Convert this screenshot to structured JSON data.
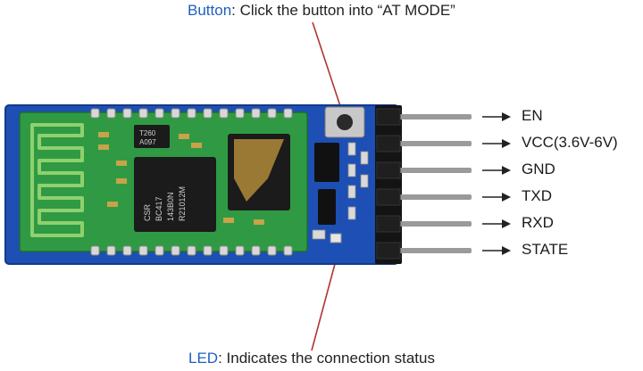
{
  "captions": {
    "button": {
      "keyword": "Button",
      "text": ": Click the button into “AT MODE”"
    },
    "led": {
      "keyword": "LED",
      "text": ": Indicates the connection status"
    }
  },
  "chip_markings": {
    "main_chip": [
      "CSR",
      "BC417",
      "143B0N",
      "R21012M"
    ],
    "flash_chip": "A097",
    "small_chip": "T260"
  },
  "pins": [
    {
      "label": "EN"
    },
    {
      "label": "VCC(3.6V-6V)"
    },
    {
      "label": "GND"
    },
    {
      "label": "TXD"
    },
    {
      "label": "RXD"
    },
    {
      "label": "STATE"
    }
  ],
  "colors": {
    "carrier_pcb": "#1d4fb4",
    "module_pcb": "#2f9a43",
    "chip": "#1b1b1b",
    "flash_chip": "#b08a3a",
    "header": "#141414",
    "pin_metal": "#9a9a9a",
    "keyword": "#1f5fbf",
    "callout_line": "#b0352e"
  }
}
